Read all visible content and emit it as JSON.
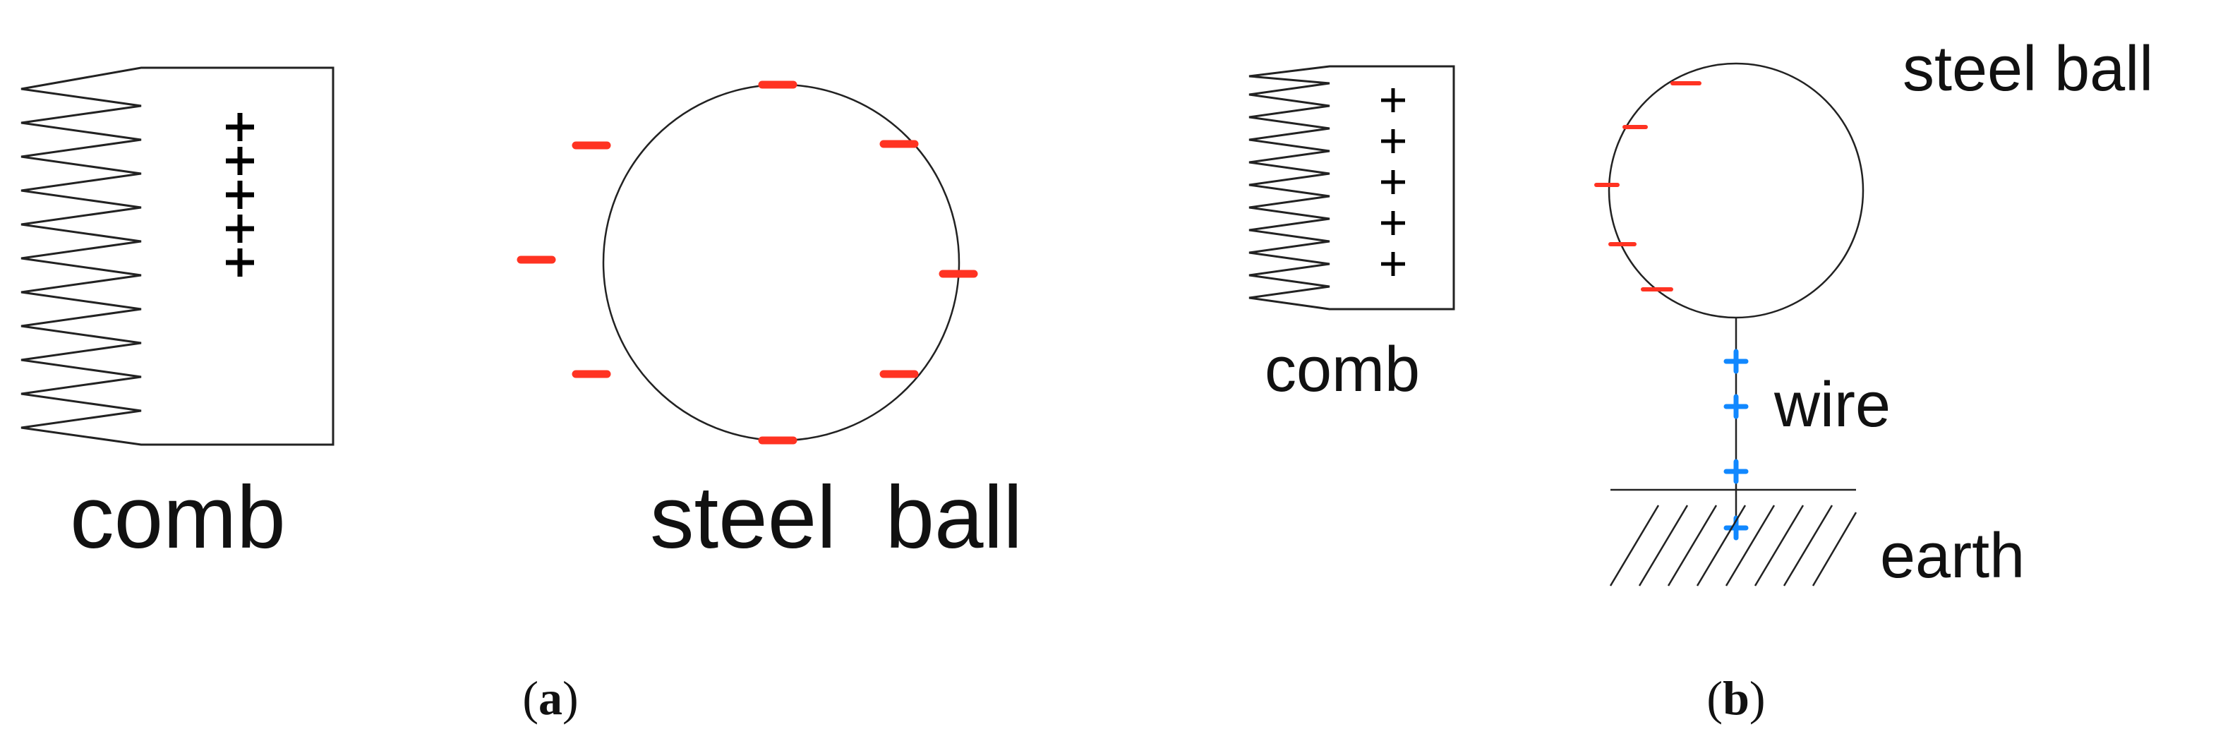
{
  "colors": {
    "negative_charge": "#ff3322",
    "positive_charge_induced": "#1188ff",
    "positive_charge_comb": "#000000",
    "outline": "#222222",
    "text": "#111111"
  },
  "panel_a": {
    "caption_open": "(",
    "caption_letter": "a",
    "caption_close": ")",
    "comb_label": "comb",
    "ball_label": "steel  ball",
    "comb_symbols": [
      "+",
      "+",
      "+",
      "+",
      "+"
    ],
    "ball_symbols": [
      "−",
      "−",
      "−",
      "−",
      "−",
      "−",
      "−",
      "−"
    ]
  },
  "panel_b": {
    "caption_open": "(",
    "caption_letter": "b",
    "caption_close": ")",
    "comb_label": "comb",
    "ball_label": "steel ball",
    "wire_label": "wire",
    "earth_label": "earth",
    "comb_symbols": [
      "+",
      "+",
      "+",
      "+",
      "+"
    ],
    "ball_symbols": [
      "−",
      "−",
      "−",
      "−",
      "−"
    ],
    "wire_symbols": [
      "+",
      "+",
      "+",
      "+"
    ]
  }
}
